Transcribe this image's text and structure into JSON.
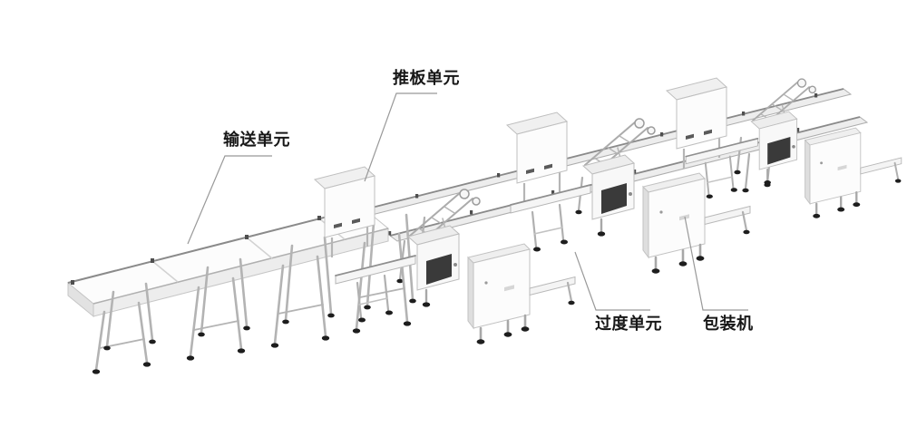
{
  "figure": {
    "kind": "industrial-equipment-illustration",
    "subject": "flow-wrapping packaging production line (isometric product render)",
    "background": "#ffffff",
    "palette": {
      "machine_body": "#fcfcfc",
      "machine_shade": "#ededed",
      "side_shade": "#dedede",
      "outline": "#bdbdbd",
      "rail_edge": "#8a8a8a",
      "dark_opening": "#3a3a3a",
      "feet": "#1e1e1e",
      "leader_line": "#999999",
      "label_text": "#171717"
    }
  },
  "labels": {
    "conveying_unit": "输送单元",
    "pusher_unit": "推板单元",
    "transition_unit": "过度单元",
    "wrapper_machine": "包装机"
  }
}
